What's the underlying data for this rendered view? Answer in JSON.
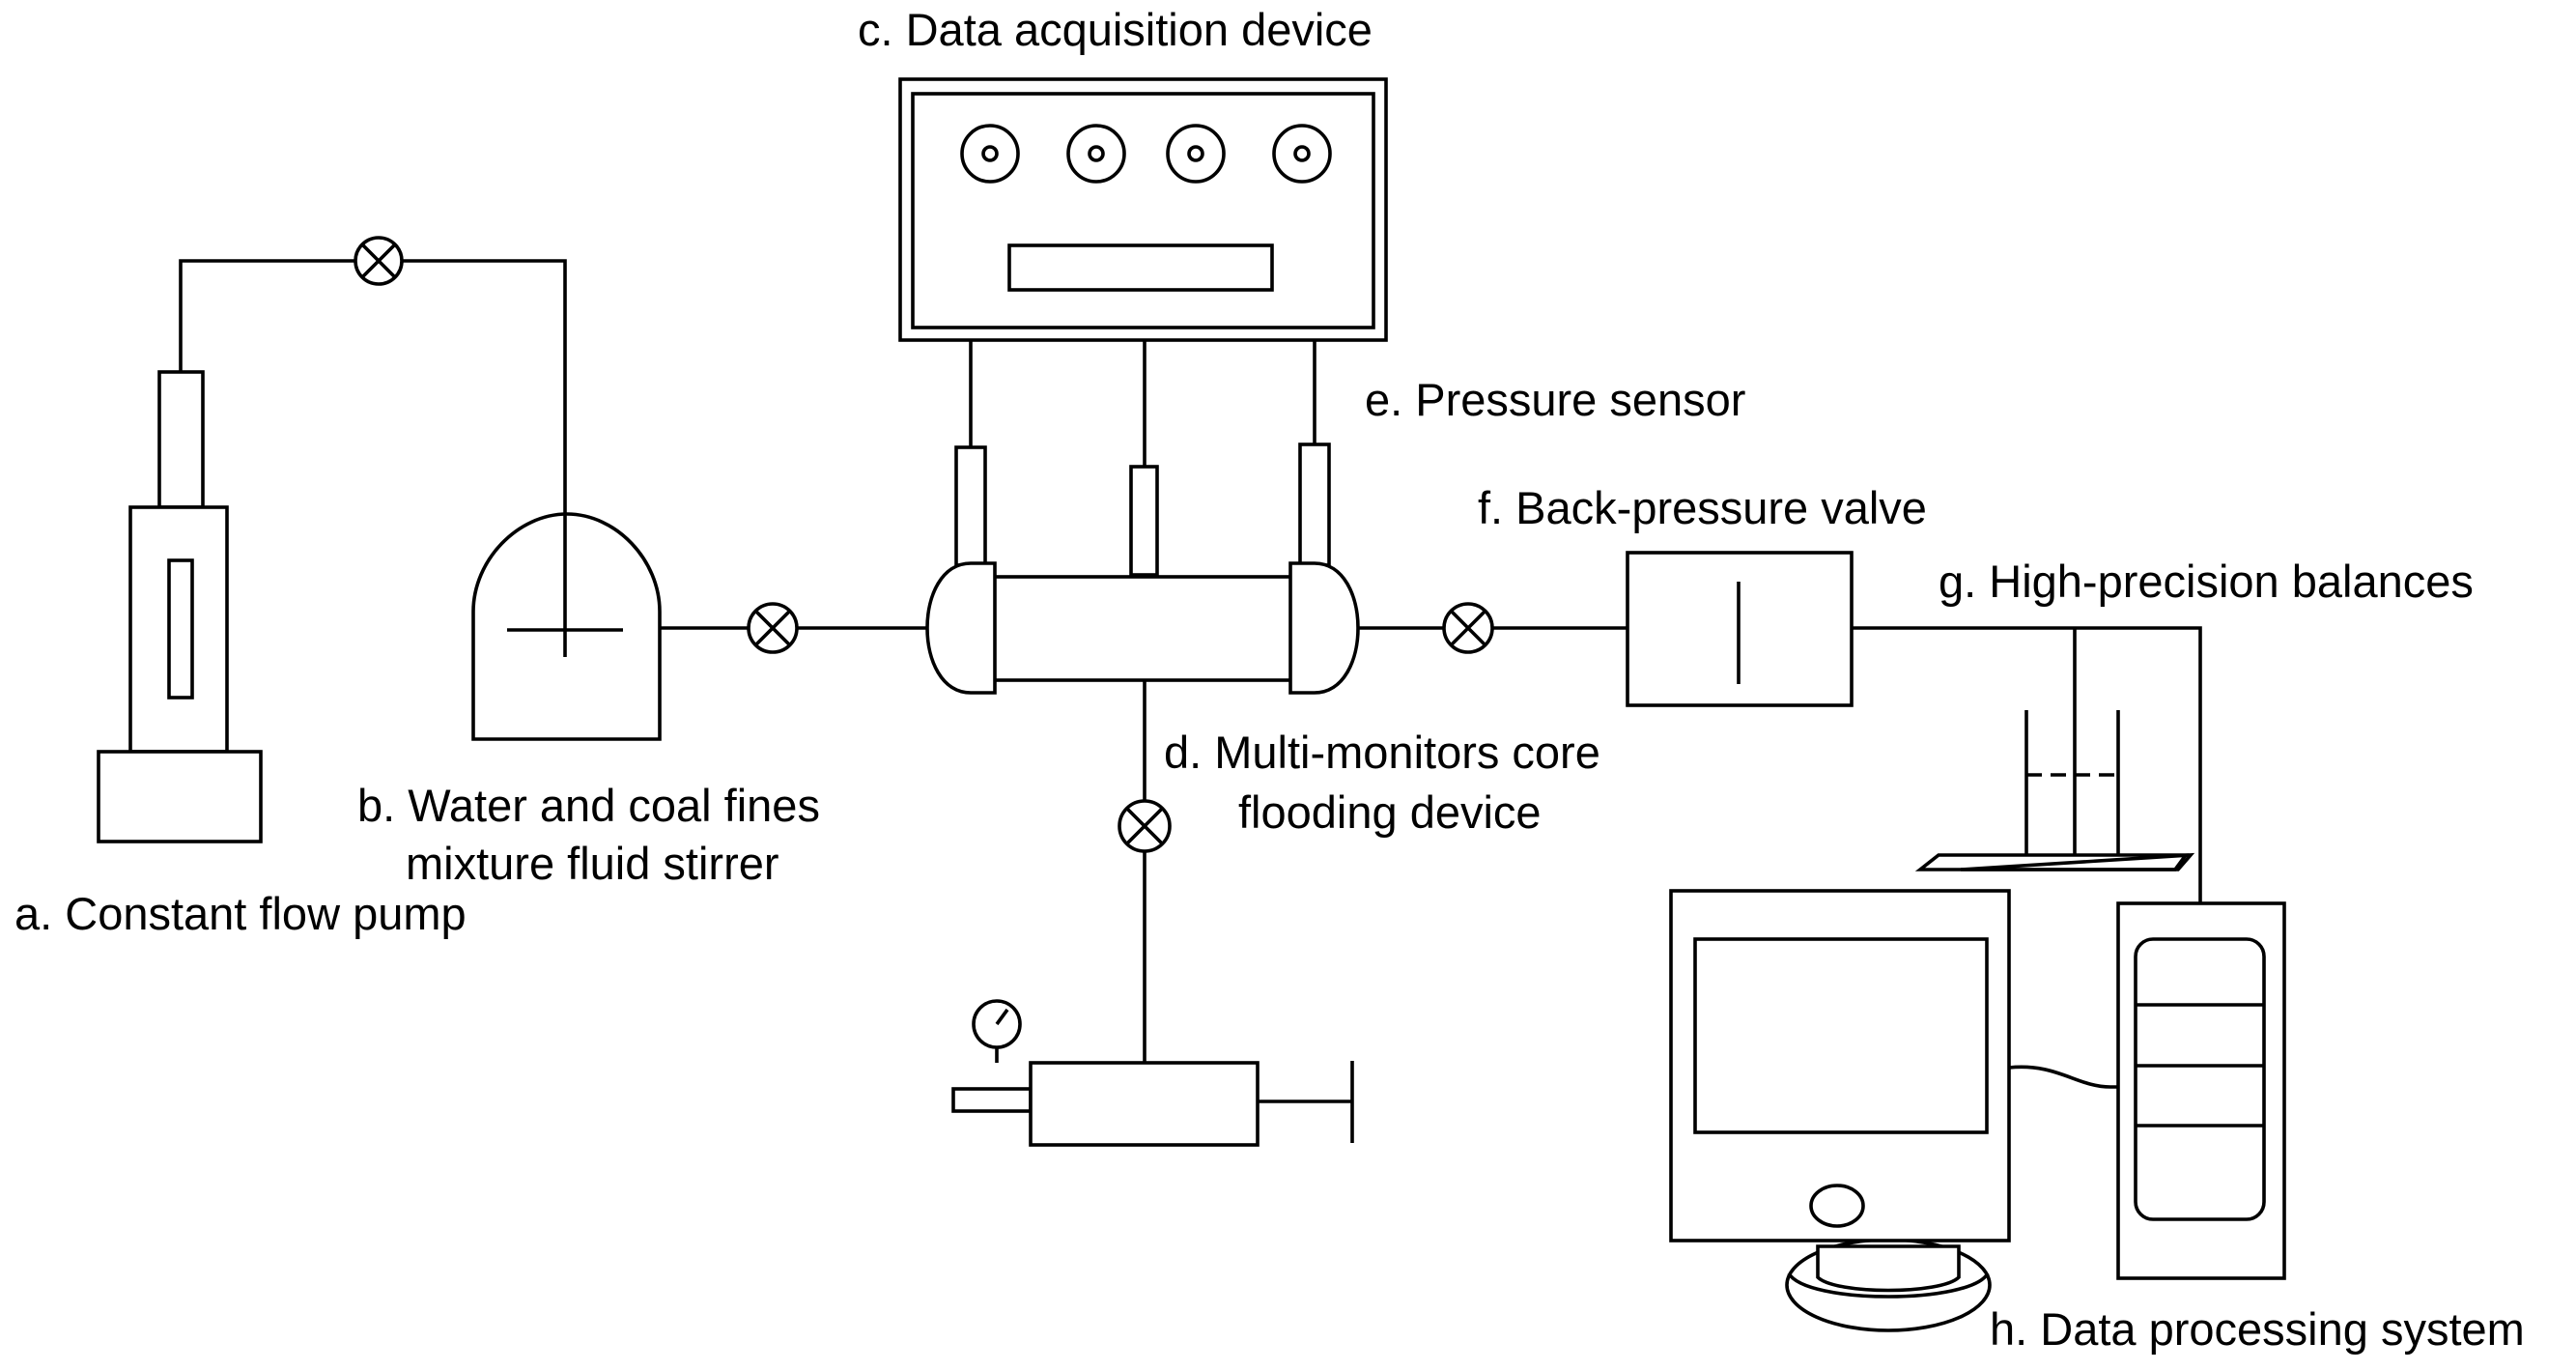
{
  "labels": {
    "a": "a. Constant flow pump",
    "b_line1": "b. Water and coal fines",
    "b_line2": "mixture fluid stirrer",
    "c": "c. Data acquisition device",
    "d_line1": "d. Multi-monitors core",
    "d_line2": "flooding device",
    "e": "e. Pressure sensor",
    "f": "f. Back-pressure valve",
    "g": "g. High-precision balances",
    "h": "h. Data processing system"
  }
}
